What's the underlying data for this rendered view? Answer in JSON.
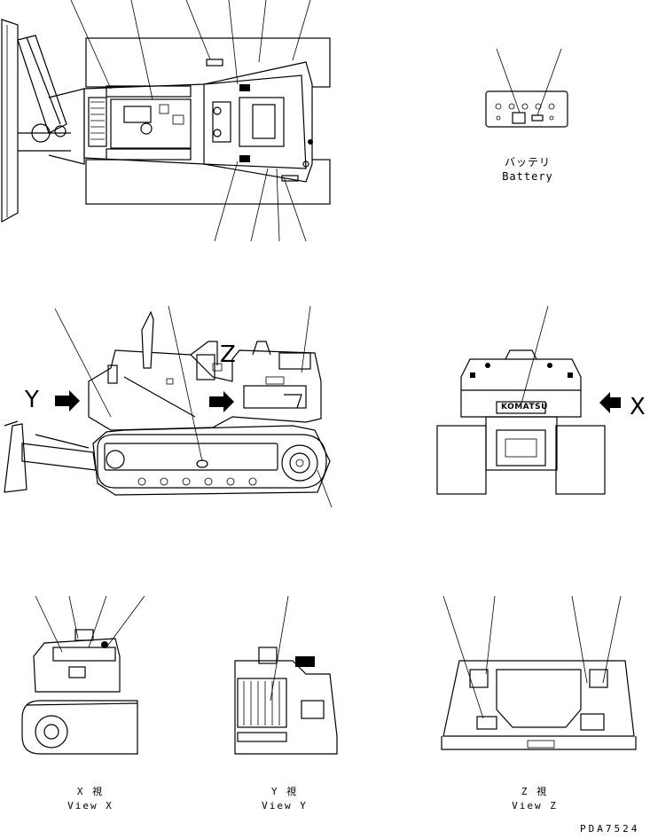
{
  "battery": {
    "jp": "バッテリ",
    "en": "Battery"
  },
  "views": {
    "x": {
      "jp": "X 視",
      "en": "View X"
    },
    "y": {
      "jp": "Y 視",
      "en": "View Y"
    },
    "z": {
      "jp": "Z 視",
      "en": "View Z"
    }
  },
  "markers": {
    "y": "Y",
    "z": "Z",
    "x": "X"
  },
  "brand_plate": "KOMATSU",
  "drawing_code": "PDA7524"
}
